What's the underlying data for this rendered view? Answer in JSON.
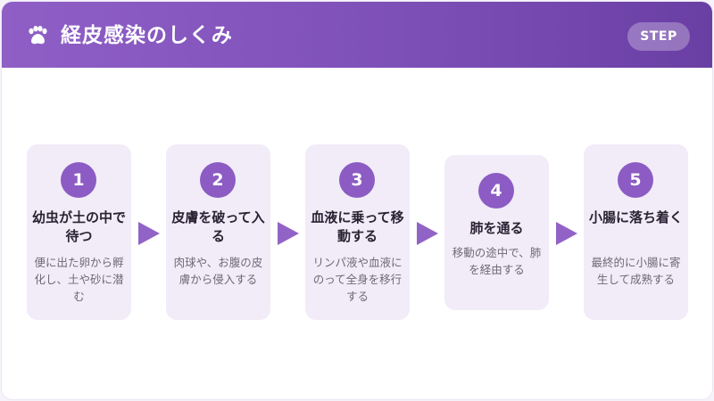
{
  "header": {
    "icon": "paw-icon",
    "title": "経皮感染のしくみ",
    "badge": "STEP"
  },
  "colors": {
    "header_start": "#8f5fc6",
    "header_end": "#6a3fa4",
    "accent": "#8c5bc3",
    "card_bg": "#f1ecf8",
    "arrow": "#9263c6"
  },
  "steps": [
    {
      "number": "1",
      "title": "幼虫が土の中で待つ",
      "description": "便に出た卵から孵化し、土や砂に潜む"
    },
    {
      "number": "2",
      "title": "皮膚を破って入る",
      "description": "肉球や、お腹の皮膚から侵入する"
    },
    {
      "number": "3",
      "title": "血液に乗って移動する",
      "description": "リンパ液や血液にのって全身を移行する"
    },
    {
      "number": "4",
      "title": "肺を通る",
      "description": "移動の途中で、肺を経由する"
    },
    {
      "number": "5",
      "title": "小腸に落ち着く",
      "description": "最終的に小腸に寄生して成熟する"
    }
  ]
}
